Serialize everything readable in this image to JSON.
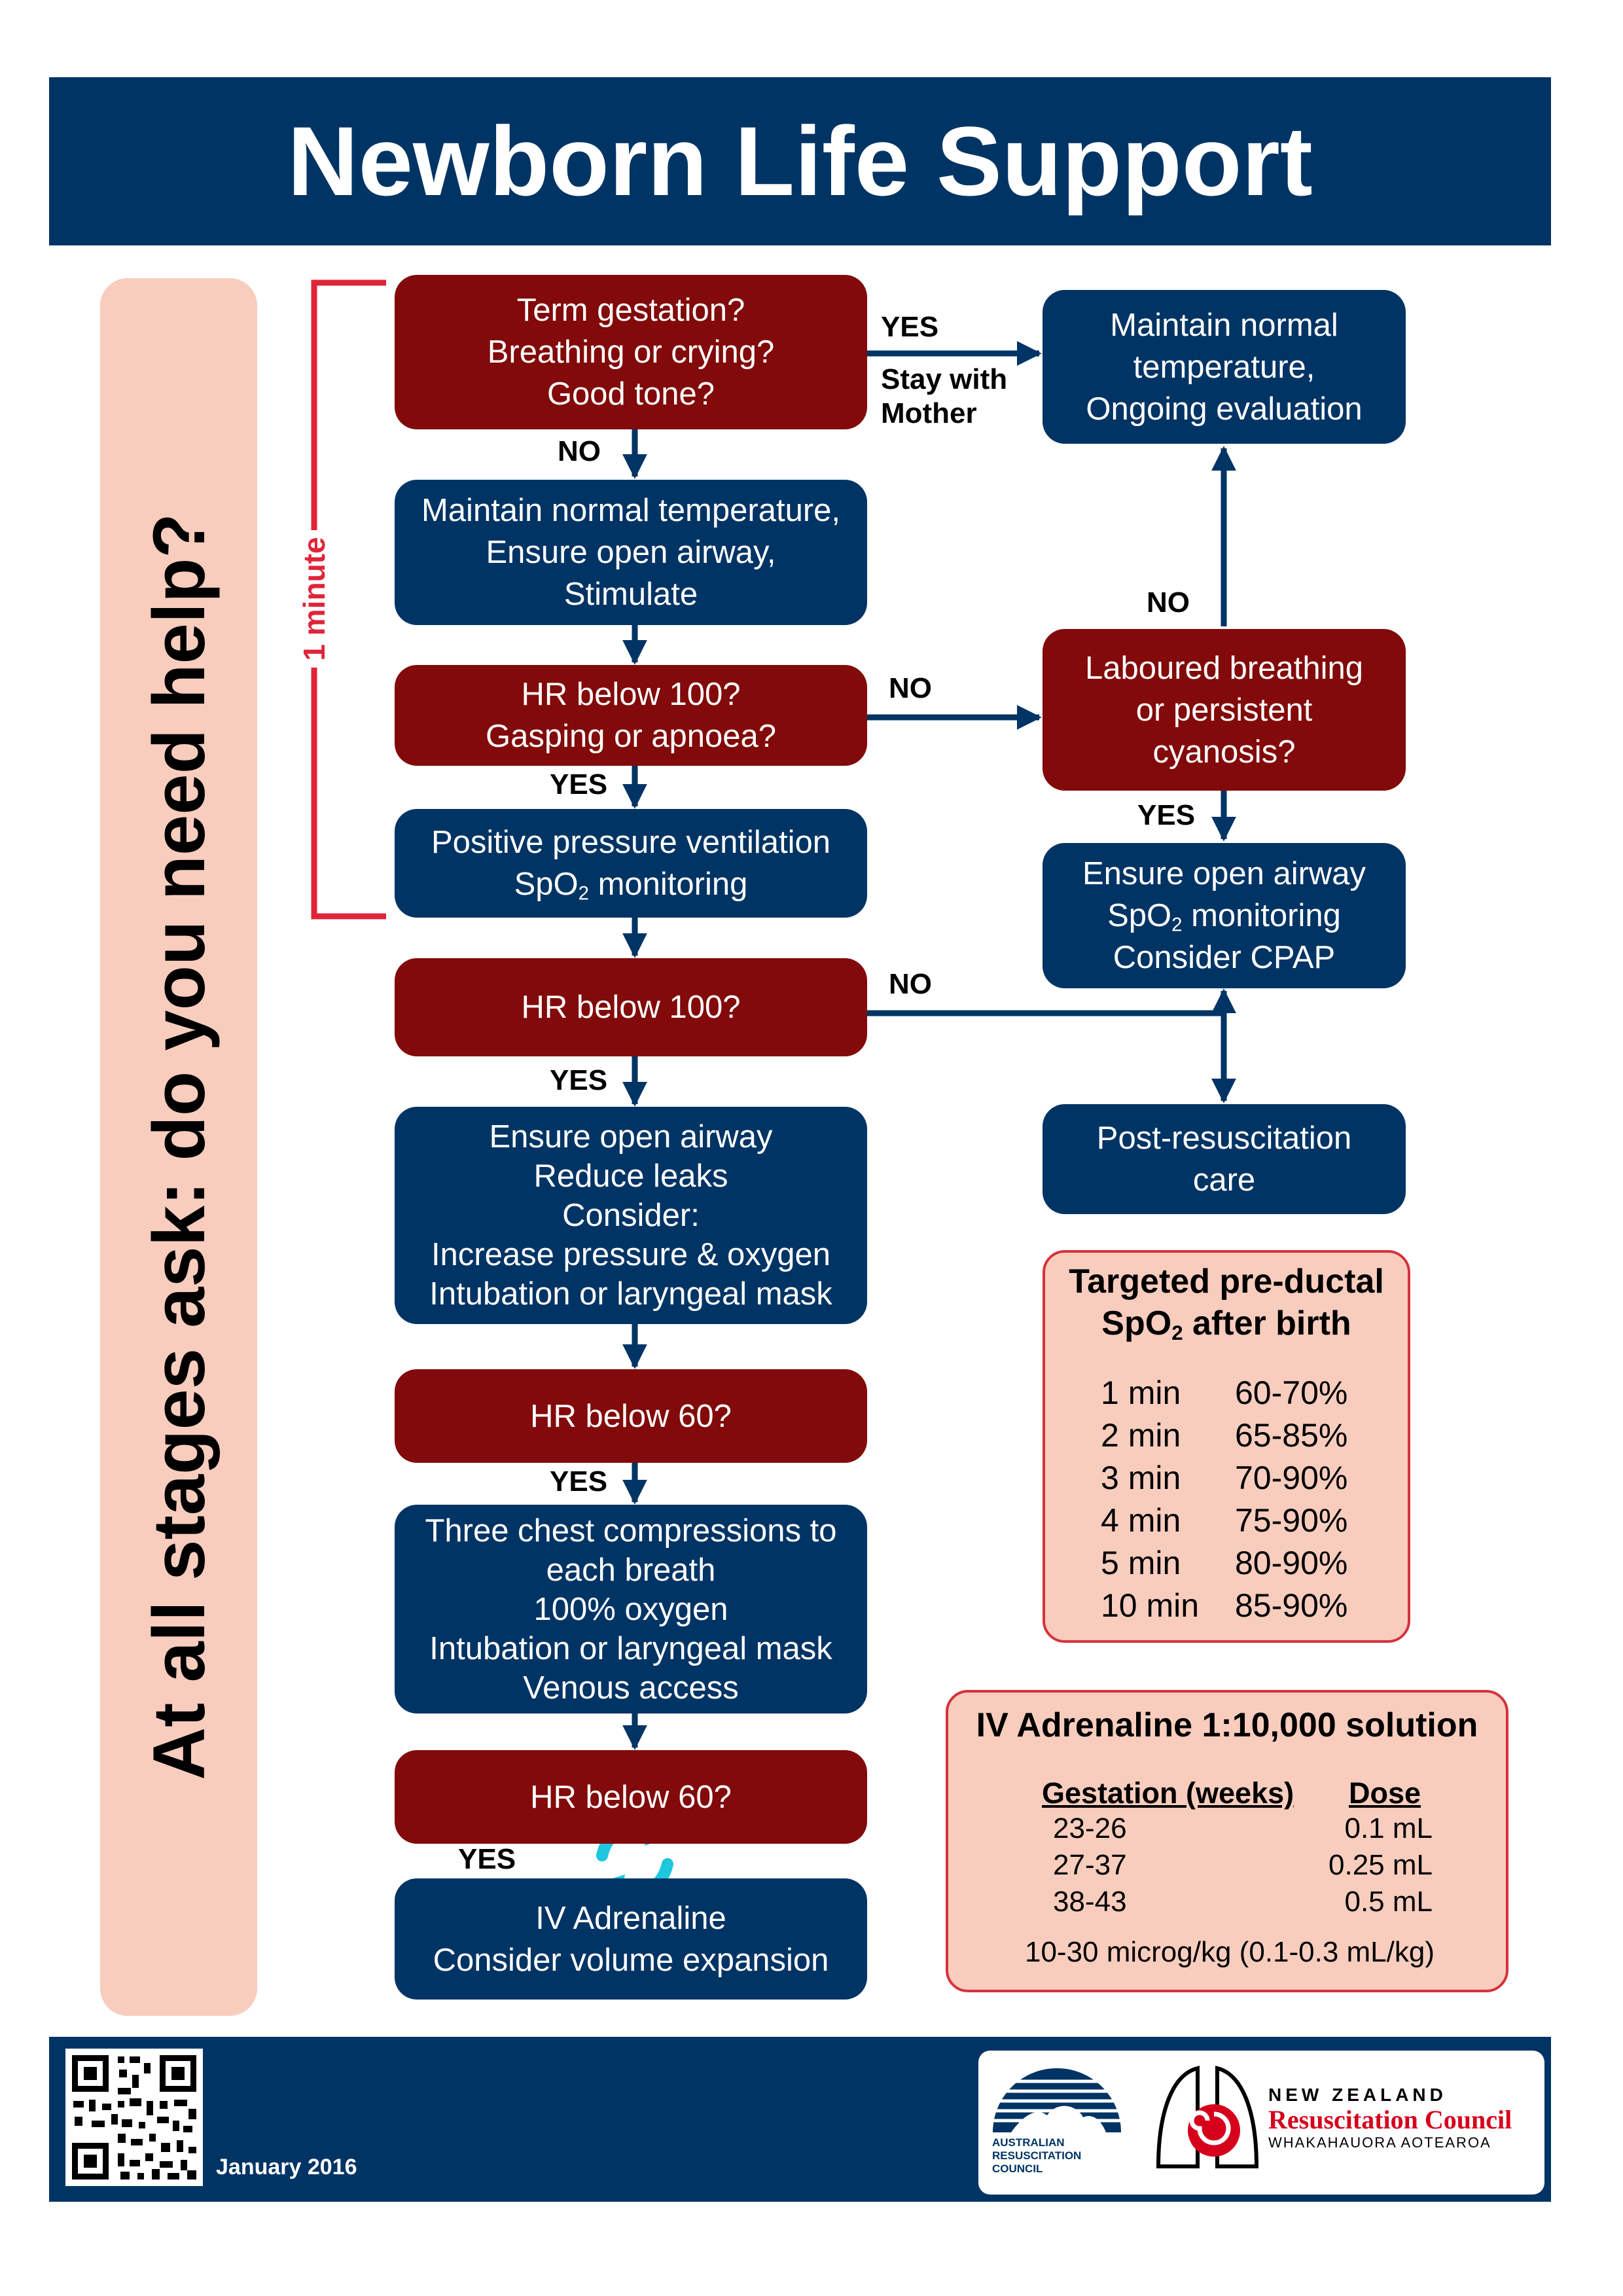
{
  "title": "Newborn Life Support",
  "side_prompt": "At all stages ask: do you need help?",
  "bracket_label": "1 minute",
  "boxes": {
    "term": [
      "Term gestation?",
      "Breathing or crying?",
      "Good tone?"
    ],
    "maintain_top": [
      "Maintain normal",
      "temperature,",
      "Ongoing evaluation"
    ],
    "maintain_temp": [
      "Maintain normal temperature,",
      "Ensure open airway,",
      "Stimulate"
    ],
    "hr100_a": [
      "HR below 100?",
      "Gasping or apnoea?"
    ],
    "laboured": [
      "Laboured breathing",
      "or persistent",
      "cyanosis?"
    ],
    "ppv": {
      "line1": "Positive pressure ventilation",
      "line2_pre": "SpO",
      "line2_sub": "2",
      "line2_post": " monitoring"
    },
    "cpap": {
      "line1": "Ensure open airway",
      "line2_pre": "SpO",
      "line2_sub": "2",
      "line2_post": " monitoring",
      "line3": "Consider CPAP"
    },
    "hr100_b": "HR below 100?",
    "post": [
      "Post-resuscitation",
      "care"
    ],
    "airway": [
      "Ensure open airway",
      "Reduce leaks",
      "Consider:",
      "Increase pressure & oxygen",
      "Intubation or laryngeal mask"
    ],
    "hr60_a": "HR below 60?",
    "compressions": [
      "Three chest compressions to",
      "each breath",
      "100% oxygen",
      "Intubation or laryngeal mask",
      "Venous access"
    ],
    "hr60_b": "HR below 60?",
    "adrenaline": [
      "IV Adrenaline",
      "Consider volume expansion"
    ]
  },
  "labels": {
    "yes": "YES",
    "no": "NO",
    "stay_with_mother": [
      "Stay with",
      "Mother"
    ]
  },
  "spo2_panel": {
    "title1": "Targeted pre-ductal",
    "title2_pre": "SpO",
    "title2_sub": "2",
    "title2_post": " after birth",
    "rows": [
      {
        "time": "1 min",
        "range": "60-70%"
      },
      {
        "time": "2 min",
        "range": "65-85%"
      },
      {
        "time": "3 min",
        "range": "70-90%"
      },
      {
        "time": "4 min",
        "range": "75-90%"
      },
      {
        "time": "5 min",
        "range": "80-90%"
      },
      {
        "time": "10 min",
        "range": "85-90%"
      }
    ]
  },
  "adrenaline_panel": {
    "title": "IV Adrenaline 1:10,000 solution",
    "col_gestation": "Gestation (weeks)",
    "col_dose": "Dose",
    "rows": [
      {
        "gestation": "23-26",
        "dose": "0.1 mL"
      },
      {
        "gestation": "27-37",
        "dose": "0.25 mL"
      },
      {
        "gestation": "38-43",
        "dose": "0.5 mL"
      }
    ],
    "note": "10-30 microg/kg (0.1-0.3 mL/kg)"
  },
  "footer": {
    "date": "January 2016",
    "arc_logo": [
      "AUSTRALIAN",
      "RESUSCITATION",
      "COUNCIL"
    ],
    "nz_logo": {
      "line1": "NEW ZEALAND",
      "line2": "Resuscitation Council",
      "line3": "WHAKAHAUORA AOTEAROA"
    }
  },
  "colors": {
    "navy": "#003464",
    "maroon": "#820a0a",
    "pink": "#f8cdbe",
    "red_accent": "#d6323c",
    "cycle_cyan": "#1ec6de"
  }
}
